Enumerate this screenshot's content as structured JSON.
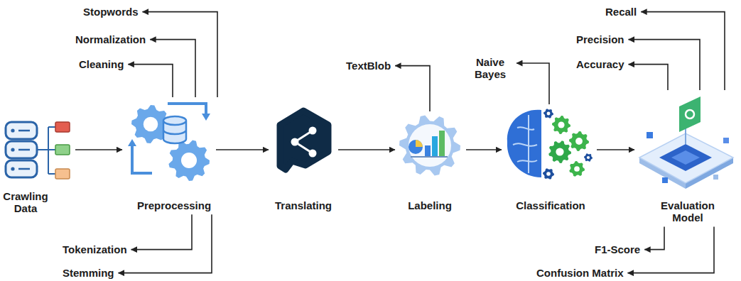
{
  "diagram": {
    "nodes": [
      {
        "text": [
          "Crawling Data"
        ]
      },
      {
        "text": [
          "Preprocessing"
        ]
      },
      {
        "text": [
          "Translating"
        ]
      },
      {
        "text": [
          "Labeling"
        ]
      },
      {
        "text": [
          "Classification"
        ]
      },
      {
        "text": [
          "Evaluation Model"
        ]
      },
      {
        "text": [
          "Stopwords"
        ]
      },
      {
        "text": [
          "Normalization"
        ]
      },
      {
        "text": [
          "Cleaning"
        ]
      },
      {
        "text": [
          "Tokenization"
        ]
      },
      {
        "text": [
          "Stemming"
        ]
      },
      {
        "text": [
          "TextBlob"
        ]
      },
      {
        "text": [
          "Naive Bayes"
        ]
      },
      {
        "text": [
          "Recall"
        ]
      },
      {
        "text": [
          "Precision"
        ]
      },
      {
        "text": [
          "Accuracy"
        ]
      },
      {
        "text": [
          "F1-Score"
        ]
      },
      {
        "text": [
          "Confusion Matrix"
        ]
      }
    ],
    "edges": [
      {
        "from": 0,
        "to": 1,
        "arrow": "to"
      },
      {
        "from": 1,
        "to": 2,
        "arrow": "to"
      },
      {
        "from": 2,
        "to": 3,
        "arrow": "to"
      },
      {
        "from": 3,
        "to": 4,
        "arrow": "to"
      },
      {
        "from": 4,
        "to": 5,
        "arrow": "to"
      },
      {
        "from": 1,
        "to": 6,
        "arrow": "to"
      },
      {
        "from": 1,
        "to": 7,
        "arrow": "to"
      },
      {
        "from": 1,
        "to": 8,
        "arrow": "to"
      },
      {
        "from": 1,
        "to": 9,
        "arrow": "to"
      },
      {
        "from": 1,
        "to": 10,
        "arrow": "to"
      },
      {
        "from": 3,
        "to": 11,
        "arrow": "to"
      },
      {
        "from": 4,
        "to": 12,
        "arrow": "to"
      },
      {
        "from": 5,
        "to": 13,
        "arrow": "to"
      },
      {
        "from": 5,
        "to": 14,
        "arrow": "to"
      },
      {
        "from": 5,
        "to": 15,
        "arrow": "to"
      },
      {
        "from": 5,
        "to": 16,
        "arrow": "to"
      },
      {
        "from": 5,
        "to": 17,
        "arrow": "to"
      }
    ]
  }
}
